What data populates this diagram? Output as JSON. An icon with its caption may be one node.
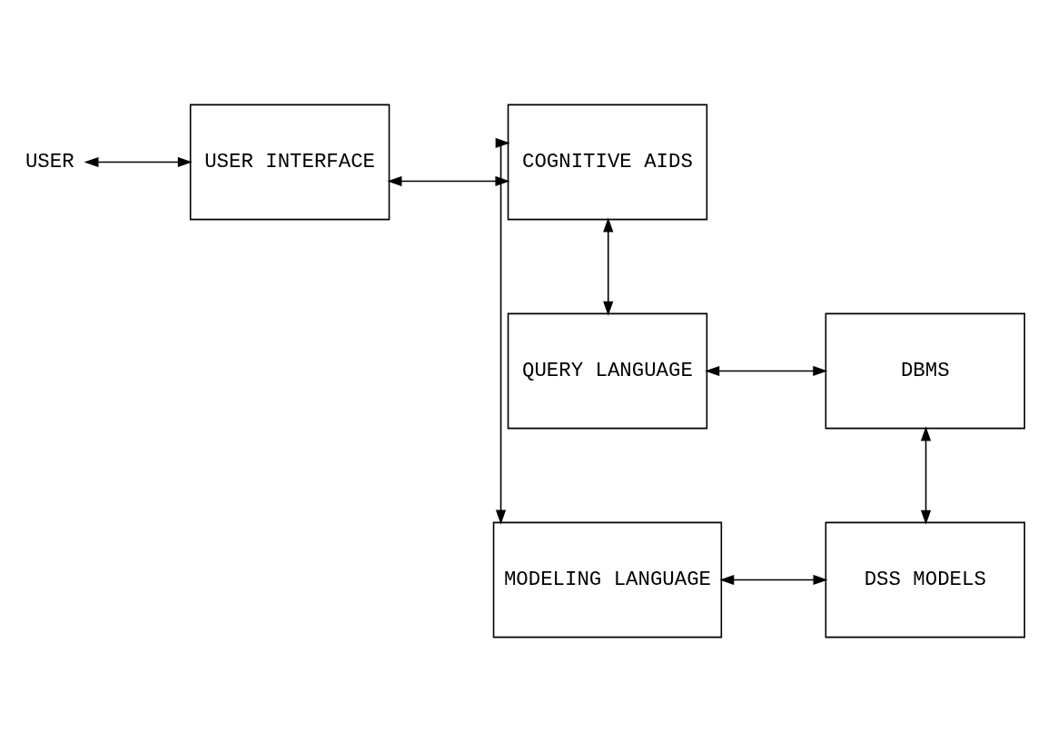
{
  "diagram": {
    "nodes": [
      {
        "text": [
          "QUERY LANGUAGE"
        ]
      },
      {
        "text": [
          "DBMS"
        ]
      },
      {
        "text": [
          "USER"
        ]
      },
      {
        "text": [
          "USER INTERFACE"
        ]
      },
      {
        "text": [
          "COGNITIVE AIDS"
        ]
      },
      {
        "text": [
          "MODELING LANGUAGE"
        ]
      },
      {
        "text": [
          "DSS MODELS"
        ]
      }
    ],
    "edges": [
      {
        "from": 2,
        "to": 3,
        "arrow": "both"
      },
      {
        "from": 3,
        "to": 4,
        "arrow": "both"
      },
      {
        "from": 4,
        "to": 0,
        "arrow": "both"
      },
      {
        "from": 0,
        "to": 1,
        "arrow": "both"
      },
      {
        "from": 4,
        "to": 5,
        "arrow": "both"
      },
      {
        "from": 5,
        "to": 6,
        "arrow": "both"
      },
      {
        "from": 1,
        "to": 6,
        "arrow": "both"
      }
    ]
  }
}
